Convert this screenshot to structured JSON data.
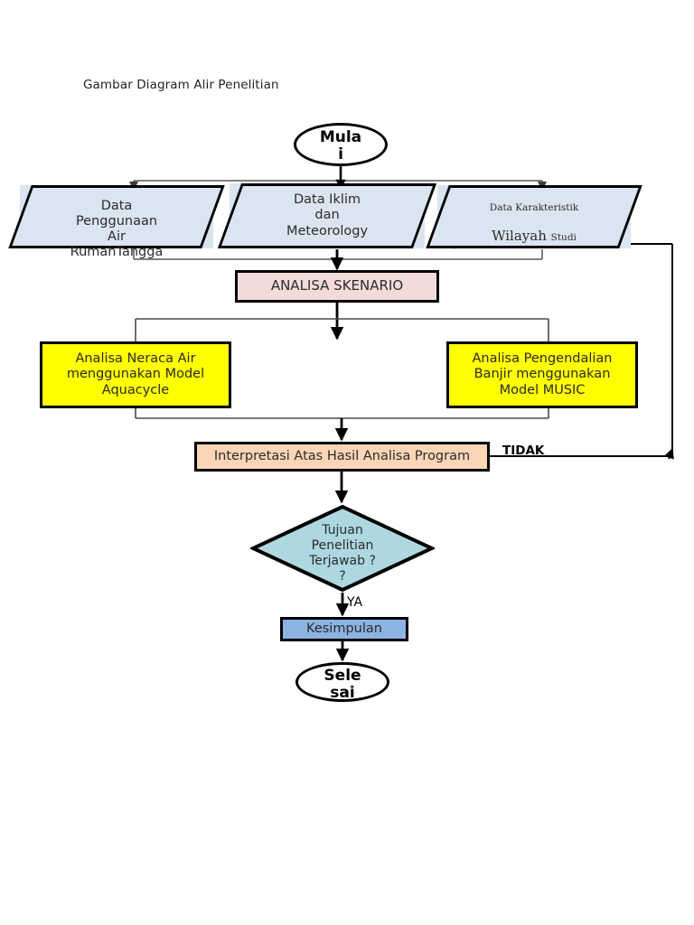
{
  "title": "Gambar Diagram Alir Penelitian",
  "diagram": {
    "type": "flowchart",
    "orientation": "top-to-bottom",
    "nodes": {
      "start": {
        "label": "Mula\ni",
        "shape": "ellipse",
        "fill": "#ffffff",
        "stroke": "#000000"
      },
      "data_household": {
        "label": "Data\nPenggunaan\nAir\nRumahTangga",
        "shape": "parallelogram",
        "fill": "#dbe5f1",
        "stroke": "#000000"
      },
      "data_climate": {
        "label": "Data Iklim\ndan\nMeteorology",
        "shape": "parallelogram",
        "fill": "#dbe5f1",
        "stroke": "#000000"
      },
      "data_region": {
        "label_line1": "Data Karakteristik",
        "label_line2_big": "Wilayah ",
        "label_line2_small": "Studi",
        "shape": "parallelogram",
        "fill": "#dbe5f1",
        "stroke": "#000000"
      },
      "analisa_skenario": {
        "label": "ANALISA SKENARIO",
        "shape": "rectangle",
        "fill": "#f2dcdb",
        "stroke": "#000000"
      },
      "neraca_air": {
        "label": "Analisa Neraca Air\nmenggunakan Model\nAquacycle",
        "shape": "rectangle",
        "fill": "#ffff00",
        "stroke": "#000000"
      },
      "pengendalian_banjir": {
        "label": "Analisa Pengendalian\nBanjir menggunakan\nModel MUSIC",
        "shape": "rectangle",
        "fill": "#ffff00",
        "stroke": "#000000"
      },
      "interpretasi": {
        "label": "Interpretasi Atas Hasil Analisa Program",
        "shape": "rectangle",
        "fill": "#fbd5b5",
        "stroke": "#000000"
      },
      "decision": {
        "label": "Tujuan\nPenelitian\nTerjawab ?\n?",
        "shape": "diamond",
        "fill": "#add8e0",
        "stroke": "#000000"
      },
      "kesimpulan": {
        "label": "Kesimpulan",
        "shape": "rectangle",
        "fill": "#8db3e2",
        "stroke": "#000000"
      },
      "end": {
        "label": "Sele\nsai",
        "shape": "ellipse",
        "fill": "#ffffff",
        "stroke": "#000000"
      }
    },
    "edge_labels": {
      "tidak": "TIDAK",
      "ya": "YA"
    },
    "edges": [
      {
        "from": "start",
        "to": "data_household"
      },
      {
        "from": "start",
        "to": "data_climate"
      },
      {
        "from": "start",
        "to": "data_region"
      },
      {
        "from": "data_household",
        "to": "analisa_skenario"
      },
      {
        "from": "data_climate",
        "to": "analisa_skenario"
      },
      {
        "from": "data_region",
        "to": "analisa_skenario"
      },
      {
        "from": "analisa_skenario",
        "to": "neraca_air"
      },
      {
        "from": "analisa_skenario",
        "to": "pengendalian_banjir"
      },
      {
        "from": "neraca_air",
        "to": "interpretasi"
      },
      {
        "from": "pengendalian_banjir",
        "to": "interpretasi"
      },
      {
        "from": "interpretasi",
        "to": "decision"
      },
      {
        "from": "decision",
        "to": "kesimpulan",
        "label": "YA"
      },
      {
        "from": "kesimpulan",
        "to": "end"
      },
      {
        "from": "interpretasi",
        "to": "data_region",
        "label": "TIDAK"
      }
    ]
  }
}
